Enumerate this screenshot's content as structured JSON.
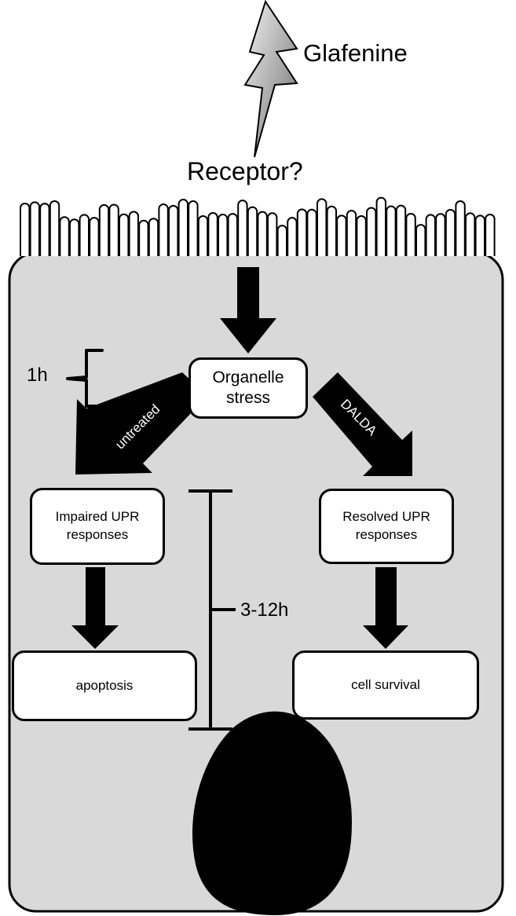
{
  "title_label": "Glafenine",
  "receptor_label": "Receptor?",
  "organelle_box": {
    "line1": "Organelle",
    "line2": "stress"
  },
  "time_1h": "1h",
  "time_3_12h": "3-12h",
  "arrow_untreated": "untreated",
  "arrow_dalda": "DALDA",
  "impaired_box": {
    "line1": "Impaired UPR",
    "line2": "responses"
  },
  "resolved_box": {
    "line1": "Resolved UPR",
    "line2": "responses"
  },
  "apoptosis_box": "apoptosis",
  "survival_box": "cell survival",
  "colors": {
    "cell_fill": "#d9d9d9",
    "outline": "#000000",
    "box_fill": "#ffffff",
    "bolt_light": "#f2f2f2",
    "bolt_dark": "#6e6e6e"
  }
}
